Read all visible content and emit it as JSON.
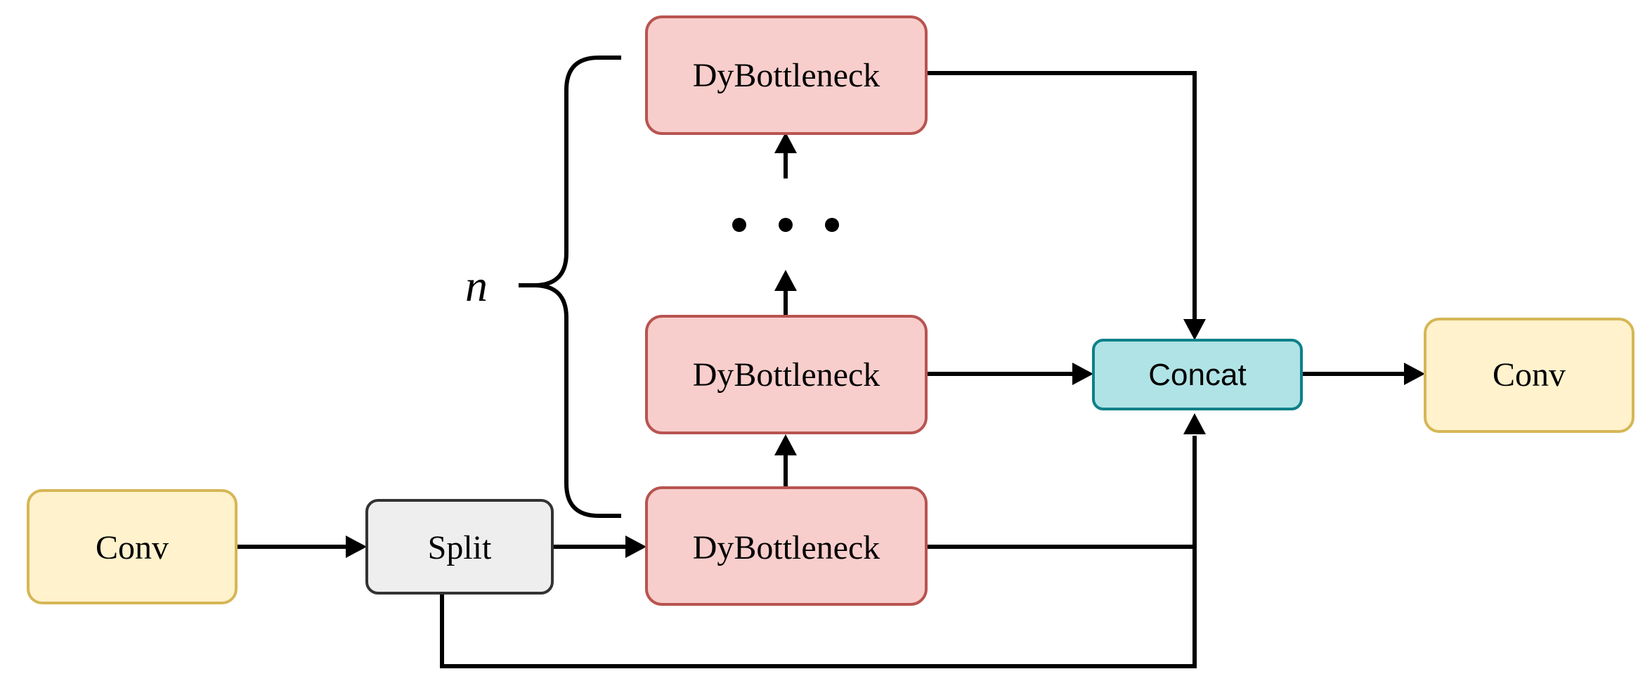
{
  "nodes": {
    "conv_in": {
      "label": "Conv",
      "fill": "#fff2cc",
      "stroke": "#d6b656"
    },
    "split": {
      "label": "Split",
      "fill": "#eeeeee",
      "stroke": "#333333"
    },
    "dyb_bottom": {
      "label": "DyBottleneck",
      "fill": "#f8cecc",
      "stroke": "#b85450"
    },
    "dyb_middle": {
      "label": "DyBottleneck",
      "fill": "#f8cecc",
      "stroke": "#b85450"
    },
    "dyb_top": {
      "label": "DyBottleneck",
      "fill": "#f8cecc",
      "stroke": "#b85450"
    },
    "concat": {
      "label": "Concat",
      "fill": "#b0e3e6",
      "stroke": "#0e8088"
    },
    "conv_out": {
      "label": "Conv",
      "fill": "#fff2cc",
      "stroke": "#d6b656"
    }
  },
  "repeat_label": "n",
  "ellipsis": "• • •"
}
